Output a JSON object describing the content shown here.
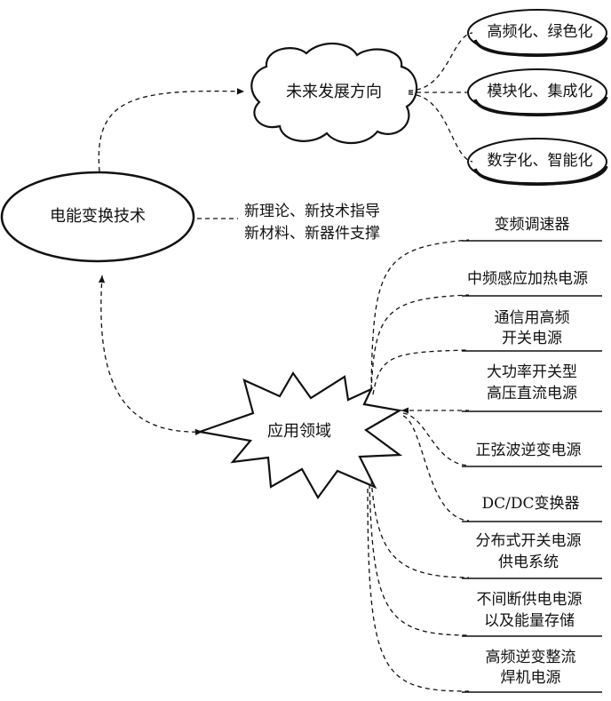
{
  "central": "电能变换技术",
  "support_lines": [
    "新理论、新技术指导",
    "新材料、新器件支撑"
  ],
  "future": {
    "title": "未来发展方向",
    "items": [
      "高频化、绿色化",
      "模块化、集成化",
      "数字化、智能化"
    ]
  },
  "applications": {
    "title": "应用领域",
    "items": [
      [
        "变频调速器"
      ],
      [
        "中频感应加热电源"
      ],
      [
        "通信用高频",
        "开关电源"
      ],
      [
        "大功率开关型",
        "高压直流电源"
      ],
      [
        "正弦波逆变电源"
      ],
      [
        "DC/DC变换器"
      ],
      [
        "分布式开关电源",
        "供电系统"
      ],
      [
        "不间断供电电源",
        "以及能量存储"
      ],
      [
        "高频逆变整流",
        "焊机电源"
      ]
    ]
  }
}
